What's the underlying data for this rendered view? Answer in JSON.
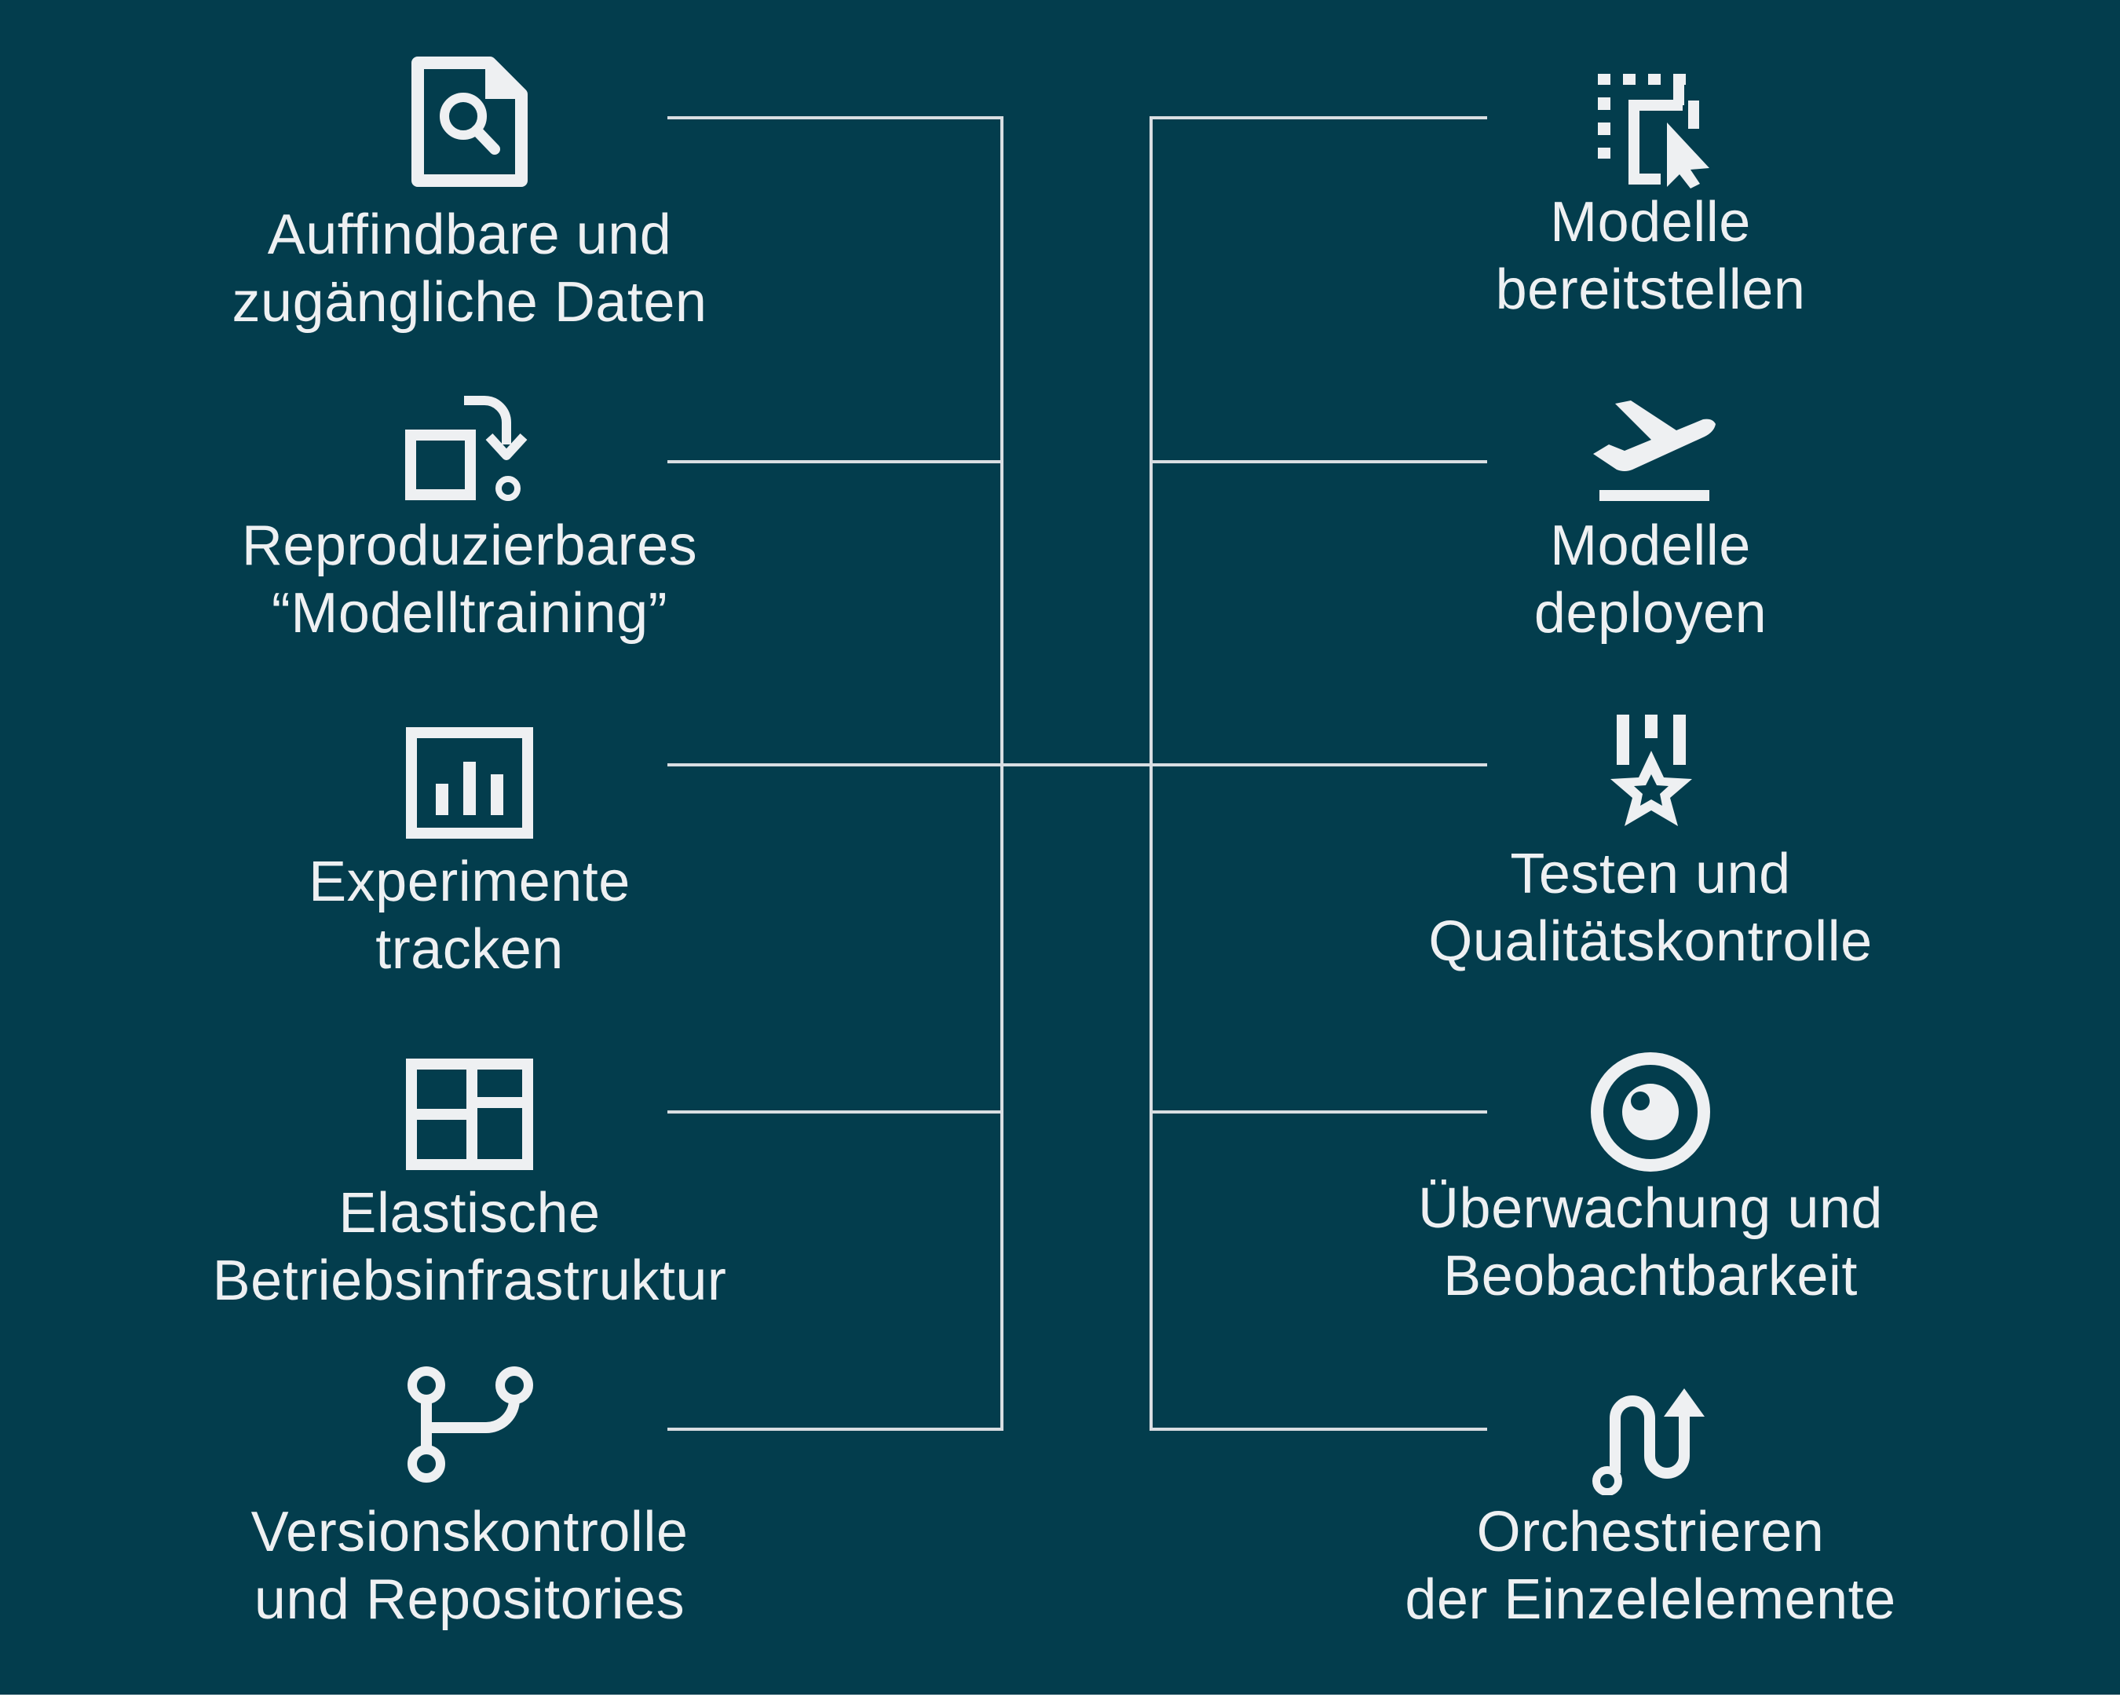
{
  "colors": {
    "background": "#033d4d",
    "foreground": "#eef0f2",
    "line": "#d9dee2"
  },
  "left": [
    {
      "id": "data",
      "icon": "document-search-icon",
      "line1": "Auffindbare und",
      "line2": "zugängliche Daten"
    },
    {
      "id": "training",
      "icon": "square-arrow-icon",
      "line1": "Reproduzierbares",
      "line2": "“Modelltraining”"
    },
    {
      "id": "experiments",
      "icon": "bar-chart-icon",
      "line1": "Experimente",
      "line2": "tracken"
    },
    {
      "id": "infra",
      "icon": "layout-grid-icon",
      "line1": "Elastische",
      "line2": "Betriebsinfrastruktur"
    },
    {
      "id": "vcs",
      "icon": "branch-icon",
      "line1": "Versionskontrolle",
      "line2": "und Repositories"
    }
  ],
  "right": [
    {
      "id": "provide",
      "icon": "selection-cursor-icon",
      "line1": "Modelle",
      "line2": "bereitstellen"
    },
    {
      "id": "deploy",
      "icon": "airplane-takeoff-icon",
      "line1": "Modelle",
      "line2": "deployen"
    },
    {
      "id": "test",
      "icon": "medal-star-icon",
      "line1": "Testen und",
      "line2": "Qualitätskontrolle"
    },
    {
      "id": "monitor",
      "icon": "eye-icon",
      "line1": "Überwachung und",
      "line2": "Beobachtbarkeit"
    },
    {
      "id": "orchestrate",
      "icon": "route-icon",
      "line1": "Orchestrieren",
      "line2": "der Einzelelemente"
    }
  ]
}
